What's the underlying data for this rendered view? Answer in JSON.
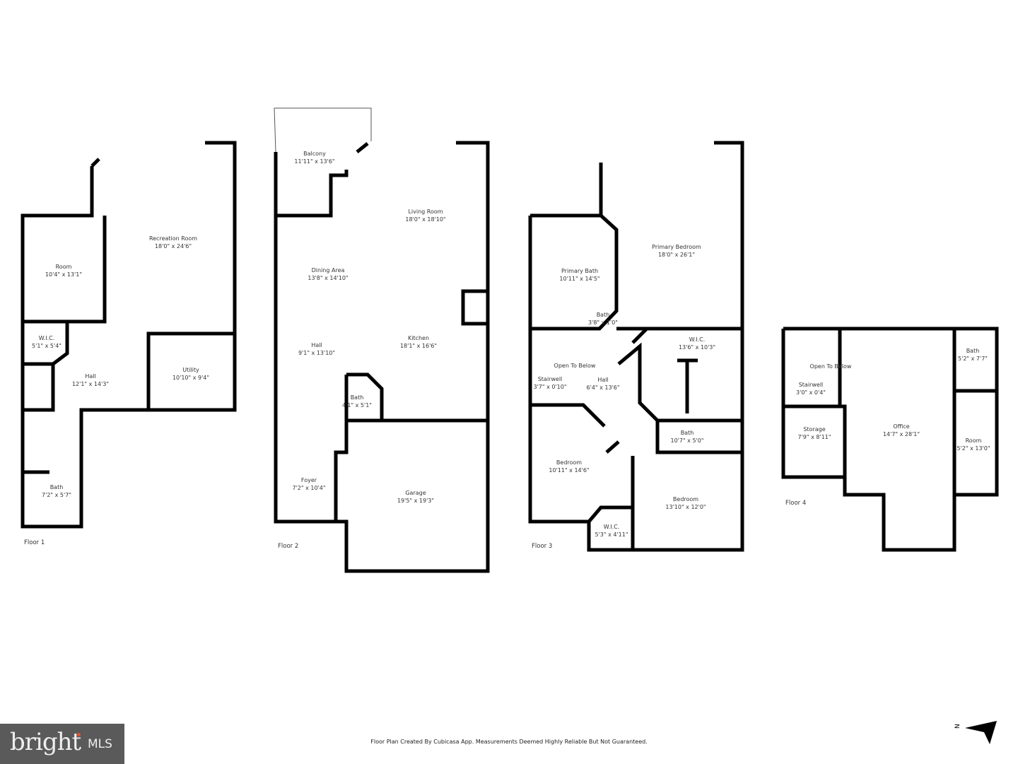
{
  "floors": [
    {
      "label": "Floor 1",
      "rooms": [
        {
          "name": "Recreation Room",
          "dims": "18'0\" x 24'6\""
        },
        {
          "name": "Room",
          "dims": "10'4\" x 13'1\""
        },
        {
          "name": "W.I.C.",
          "dims": "5'1\" x 5'4\""
        },
        {
          "name": "Hall",
          "dims": "12'1\" x 14'3\""
        },
        {
          "name": "Utility",
          "dims": "10'10\" x 9'4\""
        },
        {
          "name": "Bath",
          "dims": "7'2\" x 5'7\""
        }
      ]
    },
    {
      "label": "Floor 2",
      "rooms": [
        {
          "name": "Balcony",
          "dims": "11'11\" x 13'6\""
        },
        {
          "name": "Living Room",
          "dims": "18'0\" x 18'10\""
        },
        {
          "name": "Dining Area",
          "dims": "13'8\" x 14'10\""
        },
        {
          "name": "Hall",
          "dims": "9'1\" x 13'10\""
        },
        {
          "name": "Kitchen",
          "dims": "18'1\" x 16'6\""
        },
        {
          "name": "Bath",
          "dims": "4'1\" x 5'1\""
        },
        {
          "name": "Foyer",
          "dims": "7'2\" x 10'4\""
        },
        {
          "name": "Garage",
          "dims": "19'5\" x 19'3\""
        }
      ]
    },
    {
      "label": "Floor 3",
      "rooms": [
        {
          "name": "Primary Bedroom",
          "dims": "18'0\" x 26'1\""
        },
        {
          "name": "Primary Bath",
          "dims": "10'11\" x 14'5\""
        },
        {
          "name": "Bath",
          "dims": "3'8\" x 1'0\""
        },
        {
          "name": "W.I.C.",
          "dims": "13'6\" x 10'3\""
        },
        {
          "name": "Open To Below",
          "dims": ""
        },
        {
          "name": "Stairwell",
          "dims": "3'7\" x 0'10\""
        },
        {
          "name": "Hall",
          "dims": "6'4\" x 13'6\""
        },
        {
          "name": "Bath",
          "dims": "10'7\" x 5'0\""
        },
        {
          "name": "Bedroom",
          "dims": "10'11\" x 14'6\""
        },
        {
          "name": "Bedroom",
          "dims": "13'10\" x 12'0\""
        },
        {
          "name": "W.I.C.",
          "dims": "5'3\" x 4'11\""
        }
      ]
    },
    {
      "label": "Floor 4",
      "rooms": [
        {
          "name": "Bath",
          "dims": "5'2\" x 7'7\""
        },
        {
          "name": "Open To Below",
          "dims": ""
        },
        {
          "name": "Stairwell",
          "dims": "3'0\" x 0'4\""
        },
        {
          "name": "Storage",
          "dims": "7'9\" x 8'11\""
        },
        {
          "name": "Office",
          "dims": "14'7\" x 28'1\""
        },
        {
          "name": "Room",
          "dims": "5'2\" x 13'0\""
        }
      ]
    }
  ],
  "footer": "Floor Plan Created By Cubicasa App. Measurements Deemed Highly Reliable But Not Guaranteed.",
  "logo": {
    "text": "bright",
    "suffix": "MLS",
    "accent": "#e2542c"
  },
  "compass": {
    "label": "N",
    "icon": "north-arrow-icon"
  }
}
